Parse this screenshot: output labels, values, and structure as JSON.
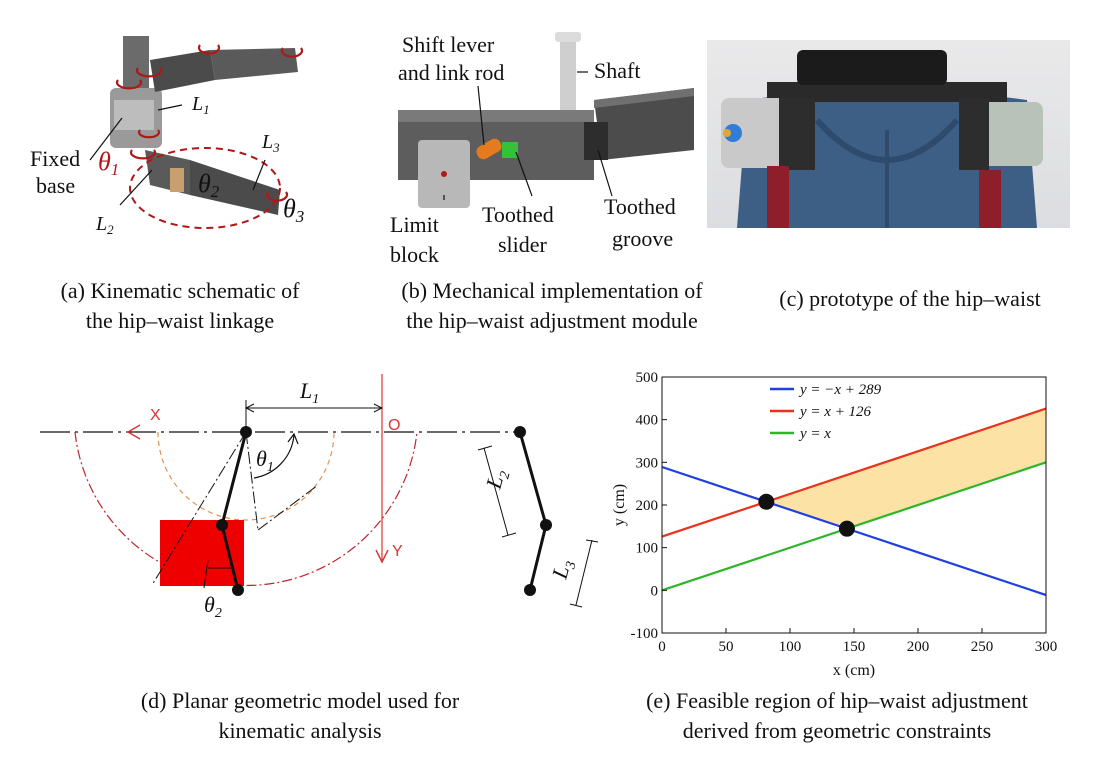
{
  "panel_a": {
    "labels": {
      "fixed_base_1": "Fixed",
      "fixed_base_2": "base",
      "L1": "L",
      "L1_sub": "1",
      "L2": "L",
      "L2_sub": "2",
      "L3": "L",
      "L3_sub": "3",
      "theta1": "θ",
      "theta1_sub": "1",
      "theta2": "θ",
      "theta2_sub": "2",
      "theta3": "θ",
      "theta3_sub": "3"
    },
    "caption_line1": "(a) Kinematic schematic of",
    "caption_line2": "the hip–waist linkage"
  },
  "panel_b": {
    "labels": {
      "shift_lever_1": "Shift  lever",
      "shift_lever_2": "and link rod",
      "shaft": "Shaft",
      "limit_block_1": "Limit",
      "limit_block_2": "block",
      "toothed_slider_1": "Toothed",
      "toothed_slider_2": "slider",
      "toothed_groove_1": "Toothed",
      "toothed_groove_2": "groove"
    },
    "caption_line1": "(b) Mechanical implementation of",
    "caption_line2": "the hip–waist adjustment module"
  },
  "panel_c": {
    "caption": "(c) prototype of the hip–waist"
  },
  "panel_d": {
    "labels": {
      "x_axis": "X",
      "y_axis": "Y",
      "origin": "O",
      "L1": "L",
      "L1_sub": "1",
      "L2": "L",
      "L2_sub": "2",
      "L3": "L",
      "L3_sub": "3",
      "theta1": "θ",
      "theta1_sub": "1",
      "theta2": "θ",
      "theta2_sub": "2"
    },
    "caption_line1": "(d) Planar geometric model used for",
    "caption_line2": "kinematic analysis"
  },
  "panel_e": {
    "caption_line1": "(e) Feasible region of hip–waist adjustment",
    "caption_line2": "derived from geometric constraints"
  },
  "chart_data": {
    "type": "line",
    "xlabel": "x (cm)",
    "ylabel": "y (cm)",
    "xlim": [
      0,
      300
    ],
    "ylim": [
      -100,
      500
    ],
    "xticks": [
      0,
      50,
      100,
      150,
      200,
      250,
      300
    ],
    "yticks": [
      -100,
      0,
      100,
      200,
      300,
      400,
      500
    ],
    "grid": false,
    "legend_position": "top-left",
    "series": [
      {
        "name": "y = −x + 289",
        "color": "#1f3fe0",
        "x": [
          0,
          300
        ],
        "y": [
          289,
          -11
        ]
      },
      {
        "name": "y = x + 126",
        "color": "#e8321b",
        "x": [
          0,
          300
        ],
        "y": [
          126,
          426
        ]
      },
      {
        "name": "y = x",
        "color": "#2fb52a",
        "x": [
          0,
          300
        ],
        "y": [
          0,
          300
        ]
      }
    ],
    "feasible_region": {
      "color": "#fde2a6",
      "polygon": [
        [
          81.5,
          207.5
        ],
        [
          300,
          426
        ],
        [
          300,
          300
        ],
        [
          144.5,
          144.5
        ]
      ]
    },
    "intersection_points": [
      [
        81.5,
        207.5
      ],
      [
        144.5,
        144.5
      ]
    ]
  }
}
